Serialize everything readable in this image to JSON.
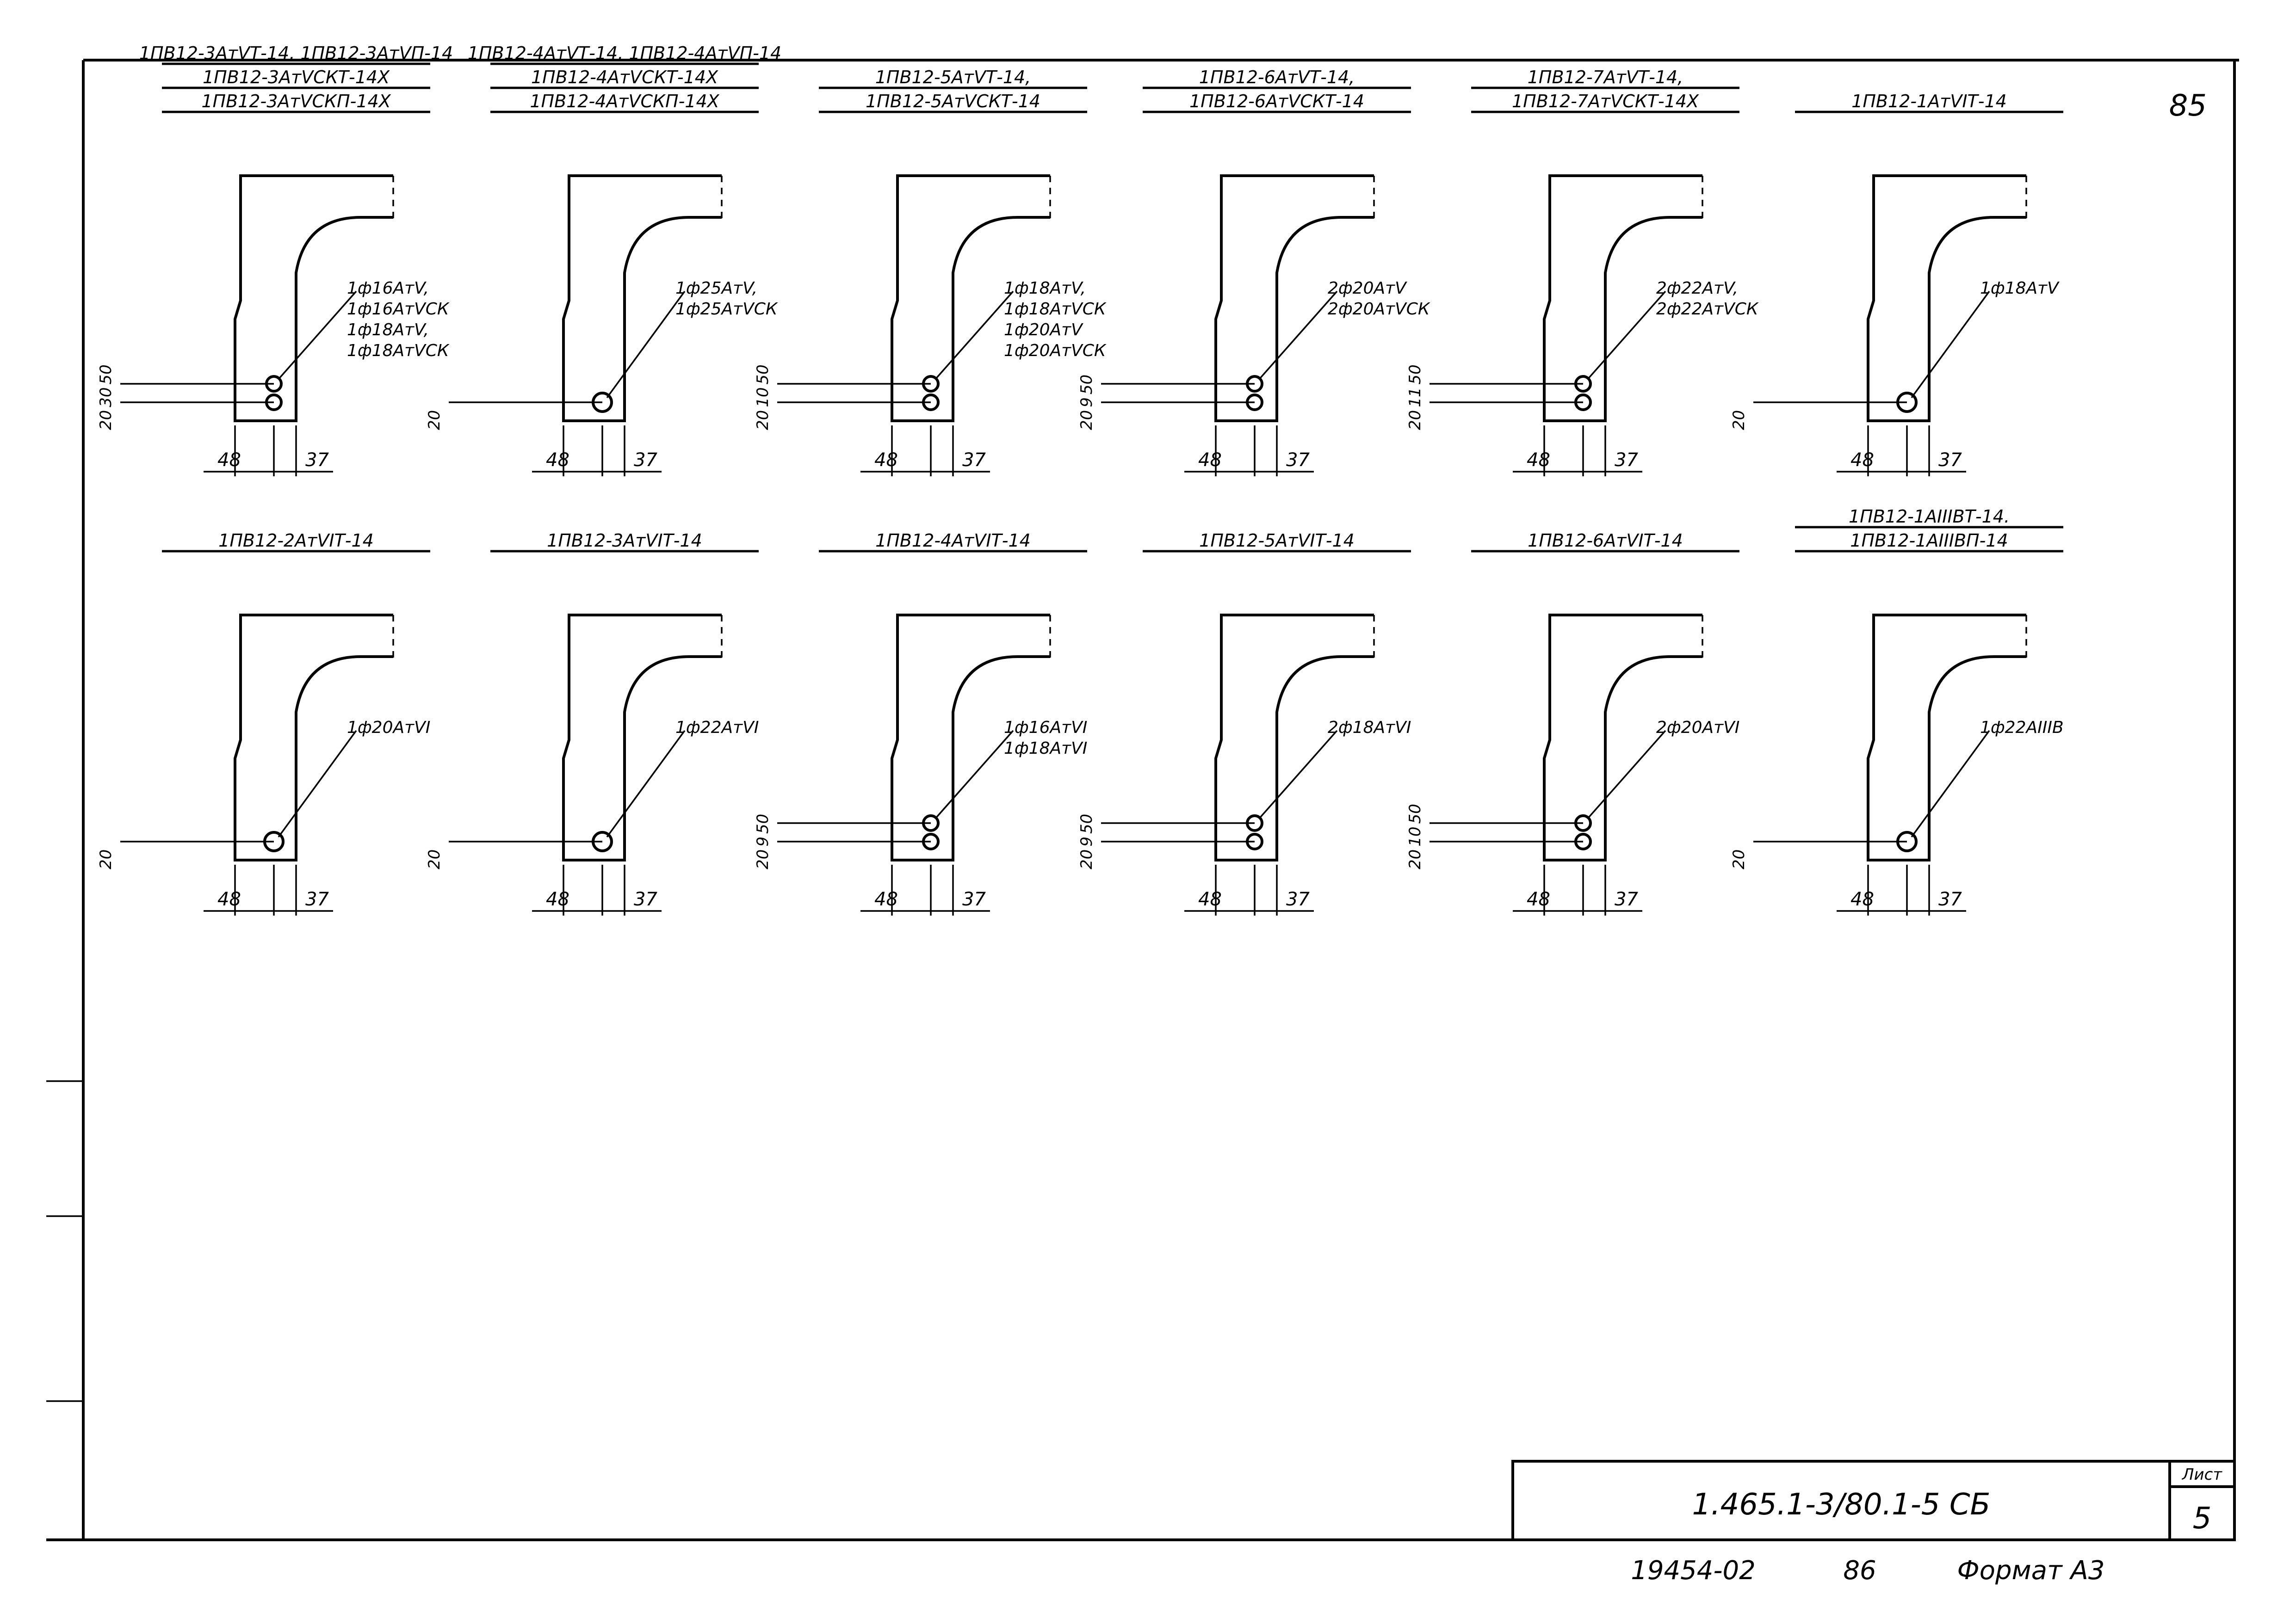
{
  "page_number": "85",
  "sections": [
    {
      "title_lines": [
        "1ПВ12-3АтVТ-14, 1ПВ12-3АтVП-14",
        "1ПВ12-3АтVСКТ-14Х",
        "1ПВ12-3АтVСКП-14Х"
      ],
      "bar_labels": [
        "1ф16АтV,",
        "1ф16АтVСК",
        "1ф18АтV,",
        "1ф18АтVСК"
      ],
      "left_dims": [
        "20",
        "30",
        "50"
      ],
      "bottom_dims": [
        "48",
        "37"
      ],
      "bar_count": 2
    },
    {
      "title_lines": [
        "1ПВ12-4АтVТ-14, 1ПВ12-4АтVП-14",
        "1ПВ12-4АтVСКТ-14Х",
        "1ПВ12-4АтVСКП-14Х"
      ],
      "bar_labels": [
        "1ф25АтV,",
        "1ф25АтVСК"
      ],
      "left_dims": [
        "20"
      ],
      "bottom_dims": [
        "48",
        "37"
      ],
      "bar_count": 1
    },
    {
      "title_lines": [
        "1ПВ12-5АтVТ-14,",
        "1ПВ12-5АтVСКТ-14"
      ],
      "bar_labels": [
        "1ф18АтV,",
        "1ф18АтVСК",
        "1ф20АтV",
        "1ф20АтVСК"
      ],
      "left_dims": [
        "20",
        "10",
        "50"
      ],
      "bottom_dims": [
        "48",
        "37"
      ],
      "bar_count": 2
    },
    {
      "title_lines": [
        "1ПВ12-6АтVТ-14,",
        "1ПВ12-6АтVСКТ-14"
      ],
      "bar_labels": [
        "2ф20АтV",
        "2ф20АтVСК"
      ],
      "left_dims": [
        "20",
        "9",
        "50"
      ],
      "bottom_dims": [
        "48",
        "37"
      ],
      "bar_count": 2
    },
    {
      "title_lines": [
        "1ПВ12-7АтVТ-14,",
        "1ПВ12-7АтVСКТ-14Х"
      ],
      "bar_labels": [
        "2ф22АтV,",
        "2ф22АтVСК"
      ],
      "left_dims": [
        "20",
        "11",
        "50"
      ],
      "bottom_dims": [
        "48",
        "37"
      ],
      "bar_count": 2
    },
    {
      "title_lines": [
        "1ПВ12-1АтVIТ-14"
      ],
      "bar_labels": [
        "1ф18АтV"
      ],
      "left_dims": [
        "20"
      ],
      "bottom_dims": [
        "48",
        "37"
      ],
      "bar_count": 1
    },
    {
      "title_lines": [
        "1ПВ12-2АтVIТ-14"
      ],
      "bar_labels": [
        "1ф20АтVI"
      ],
      "left_dims": [
        "20"
      ],
      "bottom_dims": [
        "48",
        "37"
      ],
      "bar_count": 1
    },
    {
      "title_lines": [
        "1ПВ12-3АтVIТ-14"
      ],
      "bar_labels": [
        "1ф22АтVI"
      ],
      "left_dims": [
        "20"
      ],
      "bottom_dims": [
        "48",
        "37"
      ],
      "bar_count": 1
    },
    {
      "title_lines": [
        "1ПВ12-4АтVIТ-14"
      ],
      "bar_labels": [
        "1ф16АтVI",
        "1ф18АтVI"
      ],
      "left_dims": [
        "20",
        "9",
        "50"
      ],
      "bottom_dims": [
        "48",
        "37"
      ],
      "bar_count": 2
    },
    {
      "title_lines": [
        "1ПВ12-5АтVIТ-14"
      ],
      "bar_labels": [
        "2ф18АтVI"
      ],
      "left_dims": [
        "20",
        "9",
        "50"
      ],
      "bottom_dims": [
        "48",
        "37"
      ],
      "bar_count": 2
    },
    {
      "title_lines": [
        "1ПВ12-6АтVIТ-14"
      ],
      "bar_labels": [
        "2ф20АтVI"
      ],
      "left_dims": [
        "20",
        "10",
        "50"
      ],
      "bottom_dims": [
        "48",
        "37"
      ],
      "bar_count": 2
    },
    {
      "title_lines": [
        "1ПВ12-1АIIIВТ-14.",
        "1ПВ12-1АIIIВП-14"
      ],
      "bar_labels": [
        "1ф22АIIIВ"
      ],
      "left_dims": [
        "20"
      ],
      "bottom_dims": [
        "48",
        "37"
      ],
      "bar_count": 1
    }
  ],
  "title_block": {
    "code": "1.465.1-3/80.1-5 СБ",
    "sheet_label": "Лист",
    "sheet_number": "5"
  },
  "footer": {
    "stamp": "19454-02",
    "page": "86",
    "format": "Формат А3"
  }
}
